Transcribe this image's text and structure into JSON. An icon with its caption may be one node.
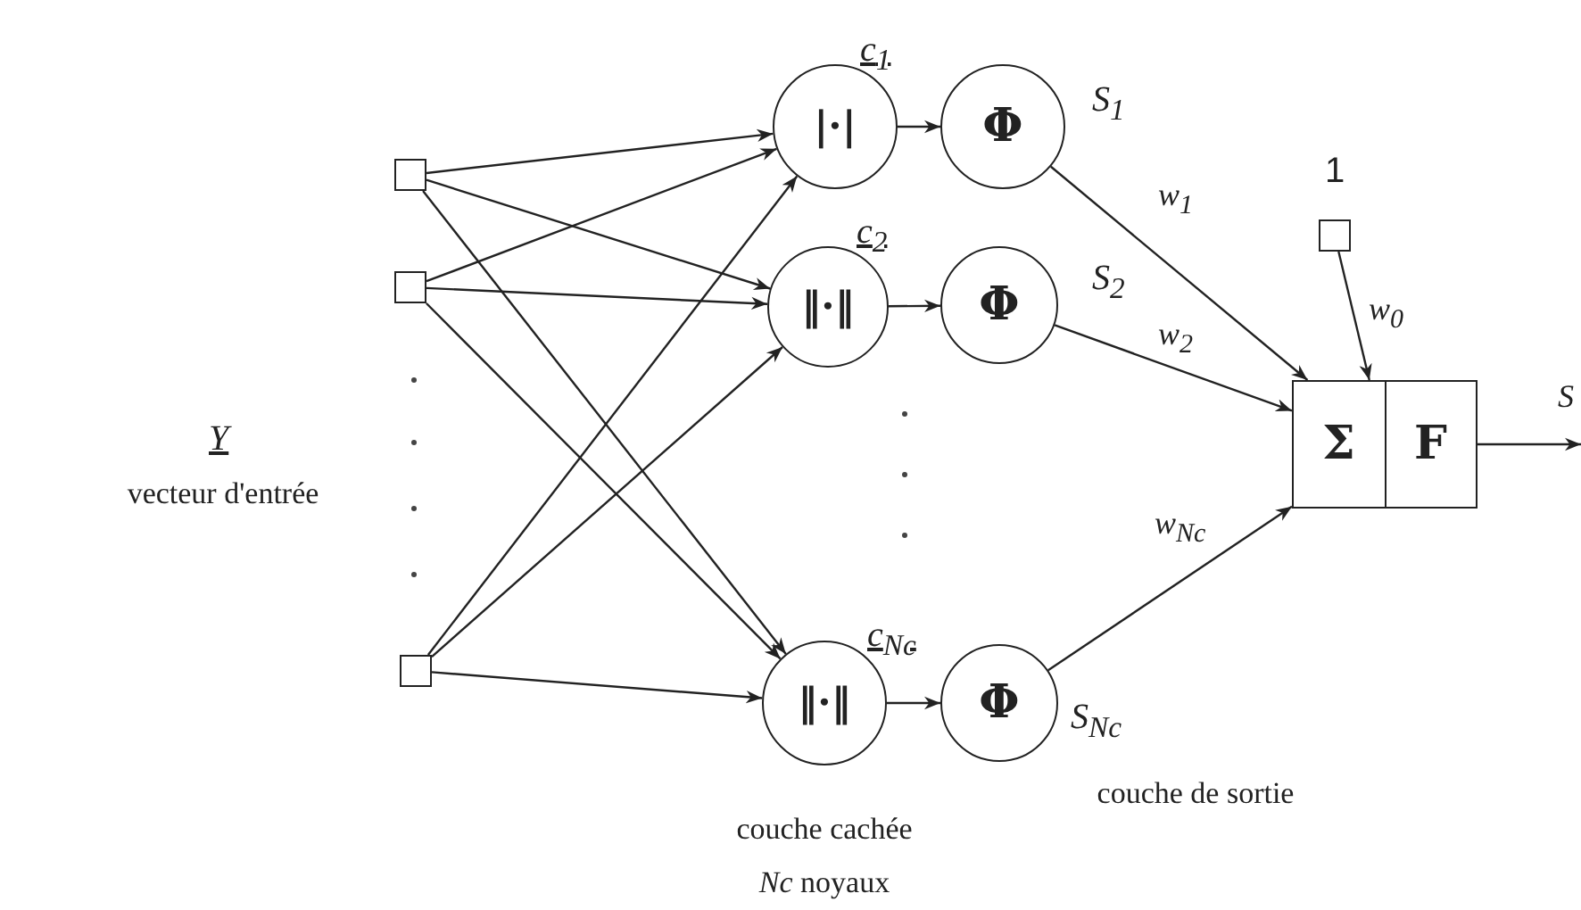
{
  "diagram": {
    "nodes": [
      {
        "text": [],
        "shape": "box"
      },
      {
        "text": [],
        "shape": "box"
      },
      {
        "text": [],
        "shape": "box"
      },
      {
        "text": [
          "|·|"
        ],
        "beside": [
          "c$_{1}$"
        ]
      },
      {
        "text": [
          "‖·‖"
        ],
        "beside": [
          "c$_{2}$"
        ]
      },
      {
        "text": [
          "‖·‖"
        ],
        "beside": [
          "c$_{Nc}$"
        ]
      },
      {
        "text": [
          "Φ"
        ],
        "beside": [
          "S$_{1}$"
        ]
      },
      {
        "text": [
          "Φ"
        ],
        "beside": [
          "S$_{2}$"
        ]
      },
      {
        "text": [
          "Φ"
        ],
        "beside": [
          "S$_{Nc}$"
        ]
      },
      {
        "text": [],
        "shape": "box"
      },
      {
        "text": [
          "Σ",
          "F"
        ]
      }
    ],
    "edges": [
      {
        "from": 0,
        "to": 3,
        "arrow": "to"
      },
      {
        "from": 0,
        "to": 4,
        "arrow": "to"
      },
      {
        "from": 0,
        "to": 5,
        "arrow": "to"
      },
      {
        "from": 1,
        "to": 3,
        "arrow": "to"
      },
      {
        "from": 1,
        "to": 4,
        "arrow": "to"
      },
      {
        "from": 1,
        "to": 5,
        "arrow": "to"
      },
      {
        "from": 2,
        "to": 3,
        "arrow": "to"
      },
      {
        "from": 2,
        "to": 4,
        "arrow": "to"
      },
      {
        "from": 2,
        "to": 5,
        "arrow": "to"
      },
      {
        "from": 3,
        "to": 6,
        "arrow": "to"
      },
      {
        "from": 4,
        "to": 7,
        "arrow": "to"
      },
      {
        "from": 5,
        "to": 8,
        "arrow": "to"
      },
      {
        "from": 6,
        "to": 10,
        "arrow": "to",
        "label": "w$_{1}$"
      },
      {
        "from": 7,
        "to": 10,
        "arrow": "to",
        "label": "w$_{2}$"
      },
      {
        "from": 8,
        "to": 10,
        "arrow": "to",
        "label": "w$_{Nc}$"
      },
      {
        "from": 9,
        "to": 10,
        "arrow": "to",
        "label": "w$_{0}$"
      },
      {
        "from": 10,
        "to": null,
        "arrow": "to",
        "label": "S"
      }
    ],
    "labels": [
      "1",
      "Y",
      "vecteur d'entrée",
      "couche cachée",
      "*Nc* noyaux",
      "couche de sortie"
    ]
  }
}
